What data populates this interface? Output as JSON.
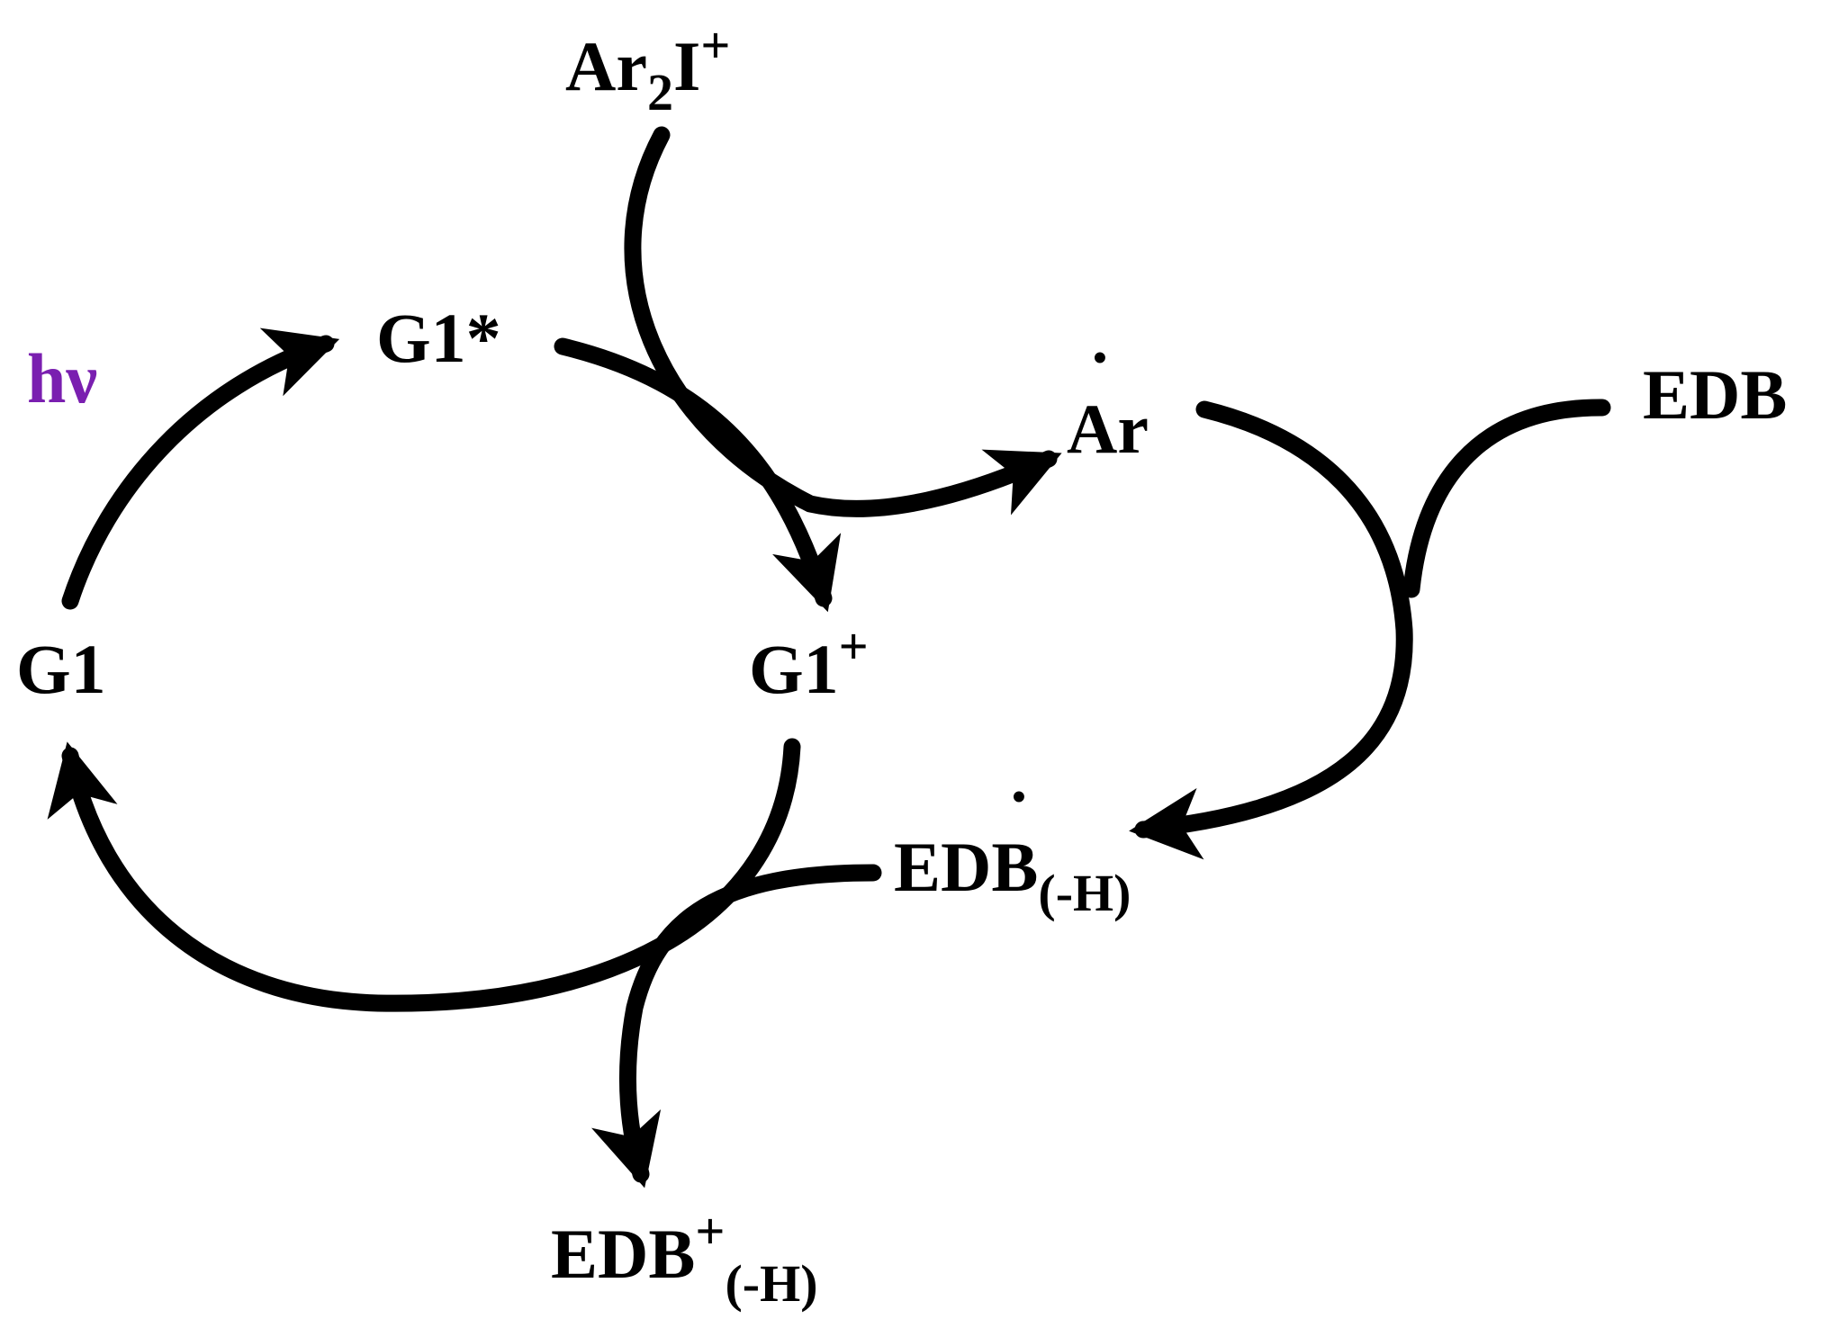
{
  "colors": {
    "ink": "#000000",
    "light": "#7a1fb0",
    "background": "#ffffff"
  },
  "labels": {
    "hv": "hν",
    "g1_star": "G1*",
    "g1": "G1",
    "g1_plus": {
      "base": "G1",
      "sup": "+"
    },
    "ar2i": {
      "base1": "Ar",
      "sub": "2",
      "base2": "I",
      "sup": "+"
    },
    "ar_radical": {
      "dot": "•",
      "base": "Ar"
    },
    "edb": "EDB",
    "edb_h_radical": {
      "base": "EDB",
      "dot": "•",
      "sub": "(-H)"
    },
    "edb_plus_h": {
      "base": "EDB",
      "sup": "+",
      "sub": "(-H)"
    }
  }
}
